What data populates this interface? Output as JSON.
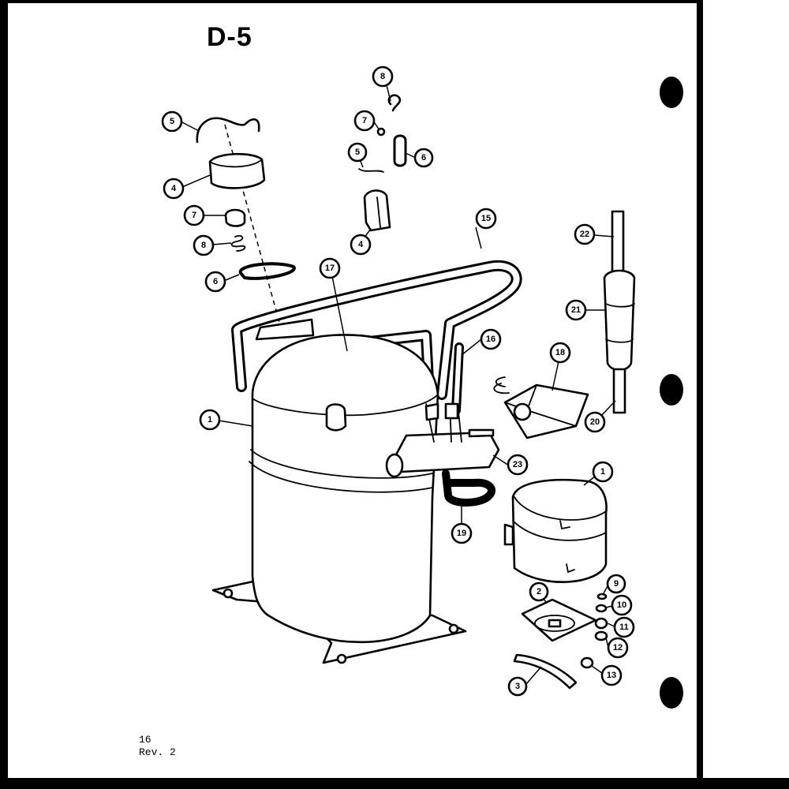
{
  "title": "D-5",
  "footer": {
    "page": "16",
    "revision": "Rev. 2"
  },
  "callouts": [
    "5",
    "4",
    "7",
    "8",
    "6",
    "8",
    "7",
    "5",
    "6",
    "4",
    "15",
    "17",
    "16",
    "18",
    "22",
    "21",
    "20",
    "1",
    "23",
    "1",
    "19",
    "2",
    "9",
    "10",
    "11",
    "12",
    "3",
    "13"
  ]
}
